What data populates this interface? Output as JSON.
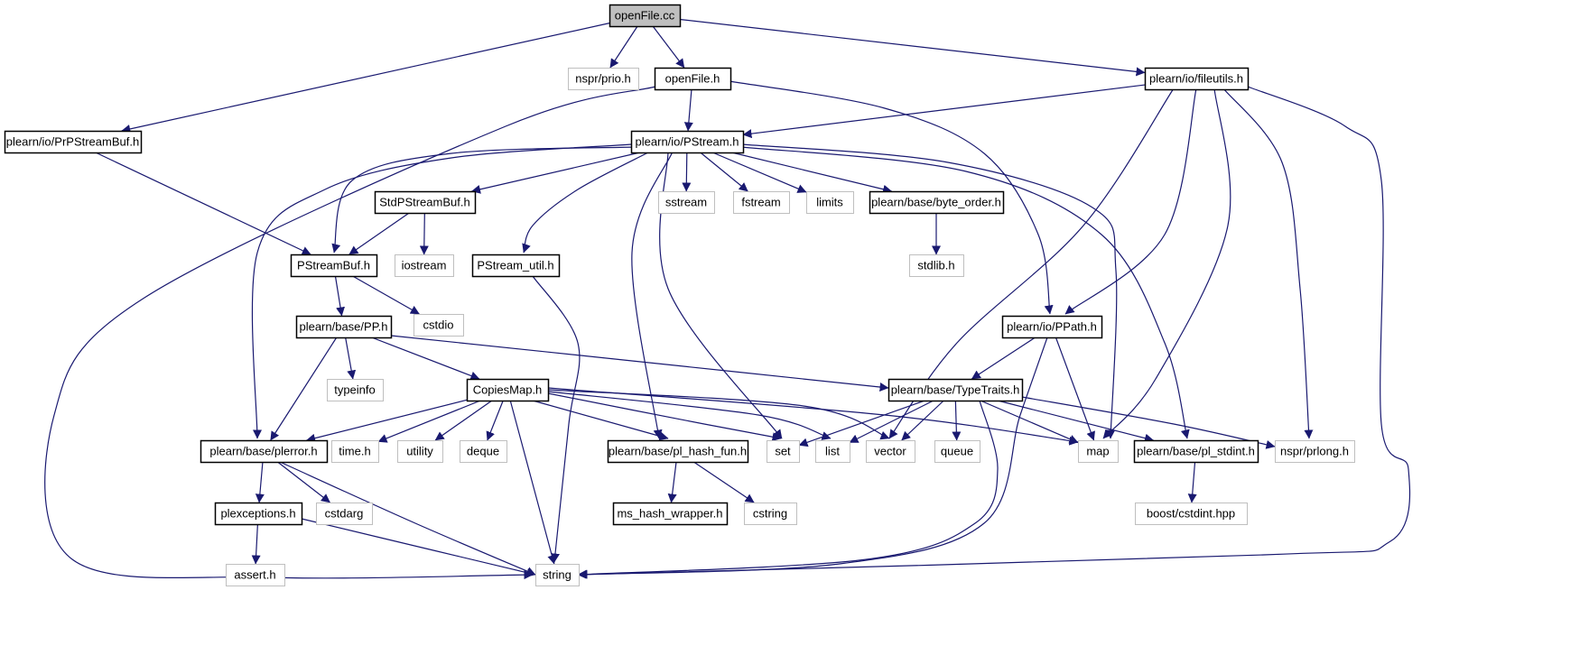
{
  "diagram": {
    "colors": {
      "edge": "#191970",
      "internal_border": "#000000",
      "external_border": "#bfbfbf",
      "root_fill": "#bfbfbf",
      "node_fill": "#ffffff"
    },
    "nodes": [
      {
        "id": "openfile_cc",
        "label": "openFile.cc",
        "kind": "root"
      },
      {
        "id": "nspr_prio",
        "label": "nspr/prio.h",
        "kind": "external"
      },
      {
        "id": "openfile_h",
        "label": "openFile.h",
        "kind": "internal"
      },
      {
        "id": "fileutils",
        "label": "plearn/io/fileutils.h",
        "kind": "internal"
      },
      {
        "id": "prpstreambuf",
        "label": "plearn/io/PrPStreamBuf.h",
        "kind": "internal"
      },
      {
        "id": "pstream",
        "label": "plearn/io/PStream.h",
        "kind": "internal"
      },
      {
        "id": "stdpstreambuf",
        "label": "StdPStreamBuf.h",
        "kind": "internal"
      },
      {
        "id": "sstream",
        "label": "sstream",
        "kind": "external"
      },
      {
        "id": "fstream",
        "label": "fstream",
        "kind": "external"
      },
      {
        "id": "limits",
        "label": "limits",
        "kind": "external"
      },
      {
        "id": "byte_order",
        "label": "plearn/base/byte_order.h",
        "kind": "internal"
      },
      {
        "id": "stdlib",
        "label": "stdlib.h",
        "kind": "external"
      },
      {
        "id": "pstreambuf",
        "label": "PStreamBuf.h",
        "kind": "internal"
      },
      {
        "id": "iostream",
        "label": "iostream",
        "kind": "external"
      },
      {
        "id": "pstream_util",
        "label": "PStream_util.h",
        "kind": "internal"
      },
      {
        "id": "pp",
        "label": "plearn/base/PP.h",
        "kind": "internal"
      },
      {
        "id": "cstdio",
        "label": "cstdio",
        "kind": "external"
      },
      {
        "id": "ppath",
        "label": "plearn/io/PPath.h",
        "kind": "internal"
      },
      {
        "id": "typeinfo",
        "label": "typeinfo",
        "kind": "external"
      },
      {
        "id": "copiesmap",
        "label": "CopiesMap.h",
        "kind": "internal"
      },
      {
        "id": "typetraits",
        "label": "plearn/base/TypeTraits.h",
        "kind": "internal"
      },
      {
        "id": "plerror",
        "label": "plearn/base/plerror.h",
        "kind": "internal"
      },
      {
        "id": "time_h",
        "label": "time.h",
        "kind": "external"
      },
      {
        "id": "utility",
        "label": "utility",
        "kind": "external"
      },
      {
        "id": "deque",
        "label": "deque",
        "kind": "external"
      },
      {
        "id": "pl_hash_fun",
        "label": "plearn/base/pl_hash_fun.h",
        "kind": "internal"
      },
      {
        "id": "set",
        "label": "set",
        "kind": "external"
      },
      {
        "id": "list",
        "label": "list",
        "kind": "external"
      },
      {
        "id": "vector",
        "label": "vector",
        "kind": "external"
      },
      {
        "id": "queue",
        "label": "queue",
        "kind": "external"
      },
      {
        "id": "map",
        "label": "map",
        "kind": "external"
      },
      {
        "id": "pl_stdint",
        "label": "plearn/base/pl_stdint.h",
        "kind": "internal"
      },
      {
        "id": "nspr_prlong",
        "label": "nspr/prlong.h",
        "kind": "external"
      },
      {
        "id": "plexceptions",
        "label": "plexceptions.h",
        "kind": "internal"
      },
      {
        "id": "cstdarg",
        "label": "cstdarg",
        "kind": "external"
      },
      {
        "id": "ms_hash_wrapper",
        "label": "ms_hash_wrapper.h",
        "kind": "internal"
      },
      {
        "id": "cstring",
        "label": "cstring",
        "kind": "external"
      },
      {
        "id": "boost_cstdint",
        "label": "boost/cstdint.hpp",
        "kind": "external"
      },
      {
        "id": "assert_h",
        "label": "assert.h",
        "kind": "external"
      },
      {
        "id": "string",
        "label": "string",
        "kind": "external"
      }
    ],
    "edges": [
      [
        "openfile_cc",
        "prpstreambuf"
      ],
      [
        "openfile_cc",
        "nspr_prio"
      ],
      [
        "openfile_cc",
        "openfile_h"
      ],
      [
        "openfile_cc",
        "fileutils"
      ],
      [
        "prpstreambuf",
        "pstreambuf"
      ],
      [
        "openfile_h",
        "pstream"
      ],
      [
        "openfile_h",
        "string"
      ],
      [
        "openfile_h",
        "ppath"
      ],
      [
        "fileutils",
        "pstream"
      ],
      [
        "fileutils",
        "vector"
      ],
      [
        "fileutils",
        "ppath"
      ],
      [
        "fileutils",
        "map"
      ],
      [
        "fileutils",
        "nspr_prlong"
      ],
      [
        "fileutils",
        "string"
      ],
      [
        "pstream",
        "plerror"
      ],
      [
        "pstream",
        "pstreambuf"
      ],
      [
        "pstream",
        "stdpstreambuf"
      ],
      [
        "pstream",
        "pstream_util"
      ],
      [
        "pstream",
        "pl_hash_fun"
      ],
      [
        "pstream",
        "set"
      ],
      [
        "pstream",
        "sstream"
      ],
      [
        "pstream",
        "fstream"
      ],
      [
        "pstream",
        "limits"
      ],
      [
        "pstream",
        "byte_order"
      ],
      [
        "pstream",
        "map"
      ],
      [
        "pstream",
        "pl_stdint"
      ],
      [
        "stdpstreambuf",
        "pstreambuf"
      ],
      [
        "stdpstreambuf",
        "iostream"
      ],
      [
        "byte_order",
        "stdlib"
      ],
      [
        "pstreambuf",
        "pp"
      ],
      [
        "pstreambuf",
        "cstdio"
      ],
      [
        "pstream_util",
        "string"
      ],
      [
        "pp",
        "plerror"
      ],
      [
        "pp",
        "typeinfo"
      ],
      [
        "pp",
        "copiesmap"
      ],
      [
        "pp",
        "typetraits"
      ],
      [
        "ppath",
        "typetraits"
      ],
      [
        "ppath",
        "map"
      ],
      [
        "ppath",
        "string"
      ],
      [
        "copiesmap",
        "plerror"
      ],
      [
        "copiesmap",
        "time_h"
      ],
      [
        "copiesmap",
        "utility"
      ],
      [
        "copiesmap",
        "deque"
      ],
      [
        "copiesmap",
        "pl_hash_fun"
      ],
      [
        "copiesmap",
        "set"
      ],
      [
        "copiesmap",
        "list"
      ],
      [
        "copiesmap",
        "vector"
      ],
      [
        "copiesmap",
        "map"
      ],
      [
        "copiesmap",
        "string"
      ],
      [
        "typetraits",
        "set"
      ],
      [
        "typetraits",
        "list"
      ],
      [
        "typetraits",
        "vector"
      ],
      [
        "typetraits",
        "queue"
      ],
      [
        "typetraits",
        "map"
      ],
      [
        "typetraits",
        "pl_stdint"
      ],
      [
        "typetraits",
        "nspr_prlong"
      ],
      [
        "typetraits",
        "string"
      ],
      [
        "plerror",
        "plexceptions"
      ],
      [
        "plerror",
        "cstdarg"
      ],
      [
        "plerror",
        "string"
      ],
      [
        "pl_hash_fun",
        "ms_hash_wrapper"
      ],
      [
        "pl_hash_fun",
        "cstring"
      ],
      [
        "pl_stdint",
        "boost_cstdint"
      ],
      [
        "plexceptions",
        "assert_h"
      ],
      [
        "plexceptions",
        "string"
      ]
    ]
  }
}
